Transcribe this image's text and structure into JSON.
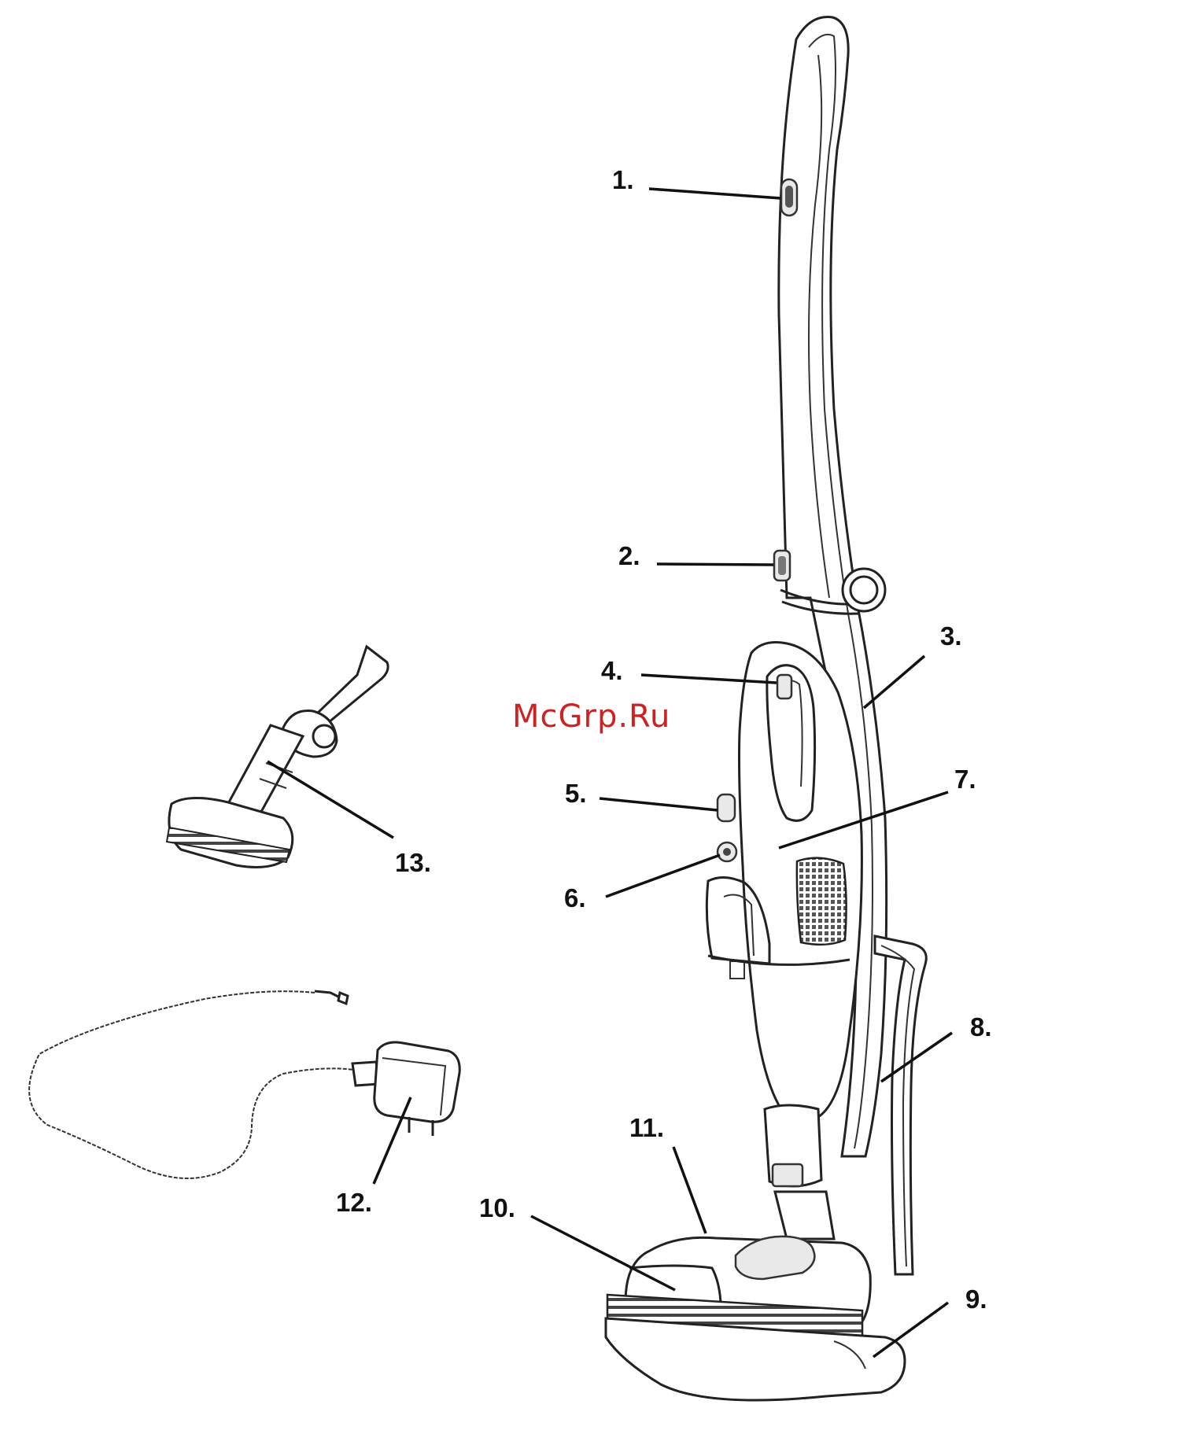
{
  "callouts": [
    {
      "id": "1",
      "label": "1."
    },
    {
      "id": "2",
      "label": "2."
    },
    {
      "id": "3",
      "label": "3."
    },
    {
      "id": "4",
      "label": "4."
    },
    {
      "id": "5",
      "label": "5."
    },
    {
      "id": "6",
      "label": "6."
    },
    {
      "id": "7",
      "label": "7."
    },
    {
      "id": "8",
      "label": "8."
    },
    {
      "id": "9",
      "label": "9."
    },
    {
      "id": "10",
      "label": "10."
    },
    {
      "id": "11",
      "label": "11."
    },
    {
      "id": "12",
      "label": "12."
    },
    {
      "id": "13",
      "label": "13."
    }
  ],
  "watermark": {
    "text": "McGrp.Ru",
    "color": "#cc2222"
  },
  "colors": {
    "line": "#222222",
    "panel": "#e9e9e9",
    "grille": "#555555"
  }
}
